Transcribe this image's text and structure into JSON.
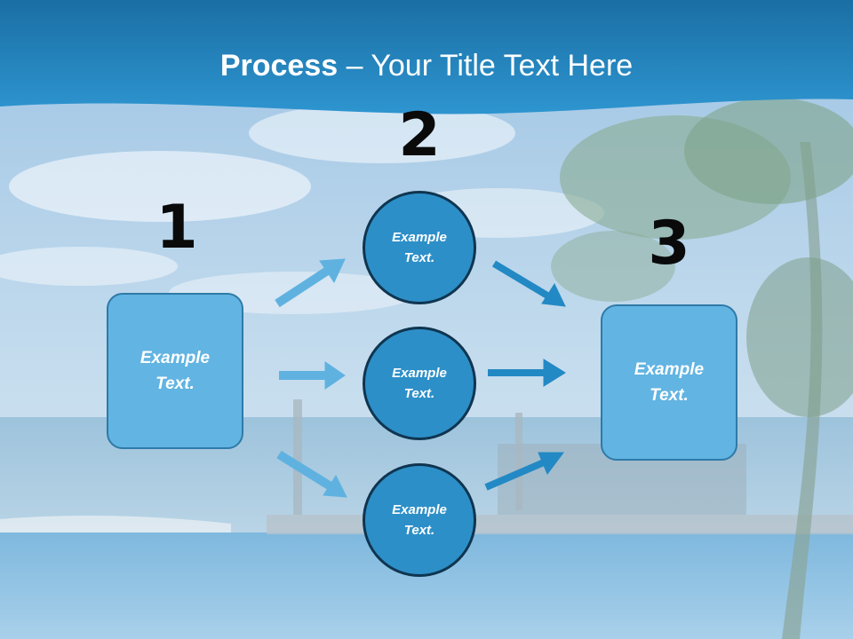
{
  "title": {
    "bold": "Process",
    "rest": " – Your Title Text Here"
  },
  "steps": {
    "one": "1",
    "two": "2",
    "three": "3"
  },
  "left_box": {
    "line1": "Example",
    "line2": "Text."
  },
  "right_box": {
    "line1": "Example",
    "line2": "Text."
  },
  "circles": [
    {
      "line1": "Example",
      "line2": "Text."
    },
    {
      "line1": "Example",
      "line2": "Text."
    },
    {
      "line1": "Example",
      "line2": "Text."
    }
  ],
  "colors": {
    "header": "#1f7fb8",
    "box_fill": "#62b4e2",
    "circle_fill": "#2d8fc8",
    "arrow_light": "#5fb2e0",
    "arrow_dark": "#2389c4"
  }
}
